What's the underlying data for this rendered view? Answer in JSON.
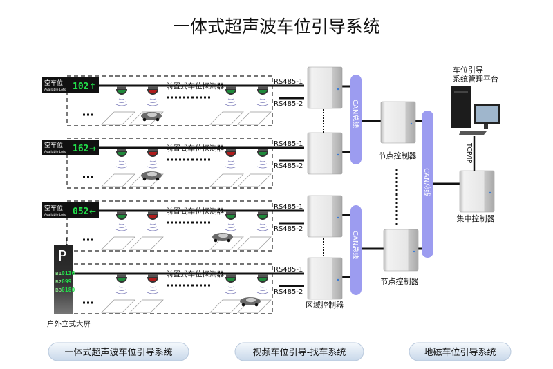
{
  "title": "一体式超声波车位引导系统",
  "rows": [
    {
      "sign_label": "空车位",
      "sign_sub": "Available Lots",
      "count": "102",
      "arrow": "up",
      "detector_label": "前置式车位探测器"
    },
    {
      "sign_label": "空车位",
      "sign_sub": "Available Lots",
      "count": "162",
      "arrow": "right",
      "detector_label": "前置式车位探测器"
    },
    {
      "sign_label": "空车位",
      "sign_sub": "Available Lots",
      "count": "052",
      "arrow": "left",
      "detector_label": "前置式车位探测器"
    },
    {
      "detector_label": "前置式车位探测器"
    }
  ],
  "rs485": {
    "line1": "RS485-1",
    "line2": "RS485-2"
  },
  "can_bus_label": "CAN总线",
  "area_controller_label": "区域控制器",
  "node_controller_label": "节点控制器",
  "central_controller_label": "集中控制器",
  "tcpip_label": "TCP/IP",
  "platform_label": [
    "车位引导",
    "系统管理平台"
  ],
  "tower": {
    "symbol": "P",
    "levels": [
      {
        "name": "B1",
        "value": "0136"
      },
      {
        "name": "B2",
        "value": "099"
      },
      {
        "name": "B3",
        "value": "0180"
      }
    ],
    "label": "户外立式大屏"
  },
  "bottom_tabs": [
    "一体式超声波车位引导系统",
    "视频车位引导-找车系统",
    "地磁车位引导系统"
  ],
  "colors": {
    "can_bus": "#9c9cf0",
    "led_green": "#22e04a",
    "detector_green": "#1e8a3a",
    "detector_red": "#b01c1c"
  }
}
